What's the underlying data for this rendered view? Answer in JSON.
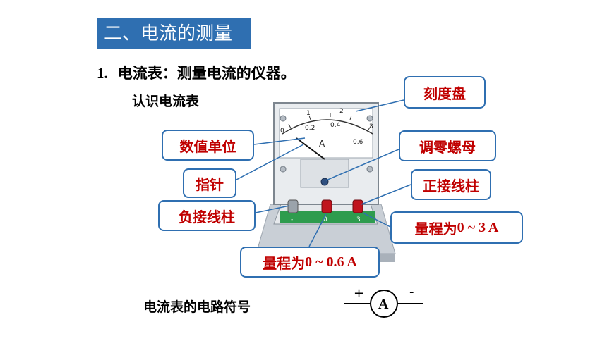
{
  "section": {
    "title": "二、电流的测量"
  },
  "item": {
    "number": "1.",
    "text": "电流表：测量电流的仪器。"
  },
  "subtitle": "认识电流表",
  "callouts": {
    "dial": "刻度盘",
    "unit": "数值单位",
    "needle": "指针",
    "zero_knob": "调零螺母",
    "positive_post": "正接线柱",
    "negative_post": "负接线柱",
    "range_big": {
      "prefix": "量程为",
      "range": "0 ~ 3 A"
    },
    "range_small": {
      "prefix": "量程为",
      "range": "0 ~ 0.6 A"
    }
  },
  "meter": {
    "unit_symbol": "A",
    "upper_scale": [
      "0",
      "1",
      "2",
      "3"
    ],
    "lower_scale": [
      "0.2",
      "0.4",
      "0.6"
    ],
    "terminal_labels": [
      "-",
      "0",
      "3"
    ]
  },
  "symbol": {
    "caption": "电流表的电路符号",
    "letter": "A",
    "plus": "+",
    "minus": "-"
  },
  "colors": {
    "title_bg": "#2f6fb1",
    "callout_border": "#2f6fb1",
    "callout_text": "#c00000",
    "terminal_red": "#c0141e",
    "base_green": "#2e9c4e"
  }
}
